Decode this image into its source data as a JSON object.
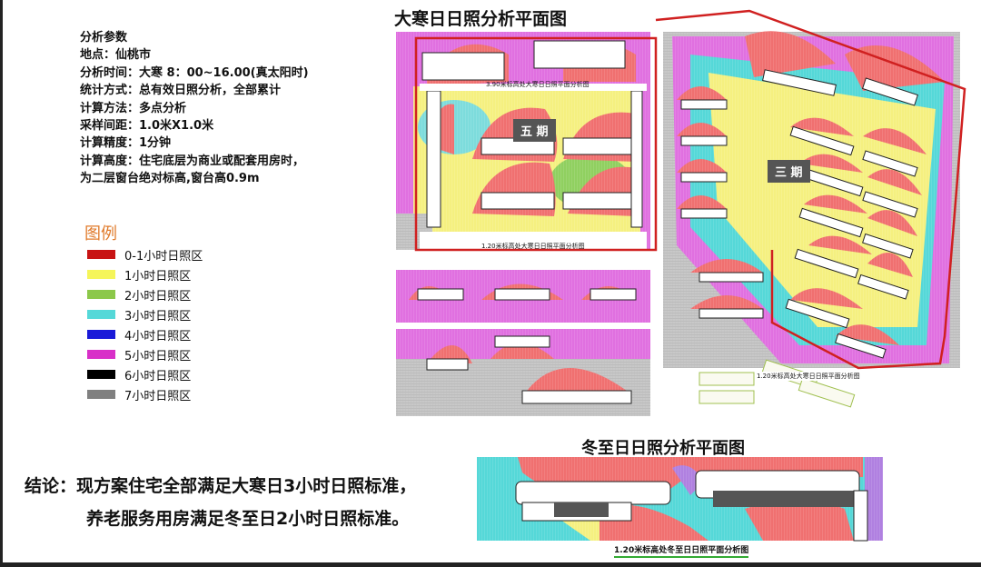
{
  "params": {
    "title": "分析参数",
    "lines": [
      "地点：仙桃市",
      "分析时间：大寒 8：00~16.00(真太阳时)",
      "统计方式：总有效日照分析，全部累计",
      "计算方法：多点分析",
      "采样间距：1.0米X1.0米",
      "计算精度：1分钟",
      "计算高度：住宅底层为商业或配套用房时，",
      "为二层窗台绝对标高,窗台高0.9m"
    ]
  },
  "legend": {
    "title": "图例",
    "items": [
      {
        "label": "0-1小时日照区",
        "color": "#c81414"
      },
      {
        "label": "1小时日照区",
        "color": "#f5f55a"
      },
      {
        "label": "2小时日照区",
        "color": "#8cc84a"
      },
      {
        "label": "3小时日照区",
        "color": "#55d8d8"
      },
      {
        "label": "4小时日照区",
        "color": "#1a1ad8"
      },
      {
        "label": "5小时日照区",
        "color": "#d830c8"
      },
      {
        "label": "6小时日照区",
        "color": "#000000"
      },
      {
        "label": "7小时日照区",
        "color": "#808080"
      }
    ]
  },
  "conclusion": {
    "line1": "结论：现方案住宅全部满足大寒日3小时日照标准，",
    "line2": "养老服务用房满足冬至日2小时日照标准。"
  },
  "dahan": {
    "title": "大寒日日照分析平面图",
    "phase5": "五 期",
    "phase3": "三 期",
    "caption_top": "3.90米标高处大寒日日照平面分析图",
    "caption_left": "1.20米标高处大寒日日照平面分析图",
    "caption_right": "1.20米标高处大寒日日照平面分析图"
  },
  "dongzhi": {
    "title": "冬至日日照分析平面图",
    "caption": "1.20米标高处冬至日日照平面分析图"
  },
  "colors": {
    "outline": "#d02020",
    "phase_bg": "#555555"
  }
}
